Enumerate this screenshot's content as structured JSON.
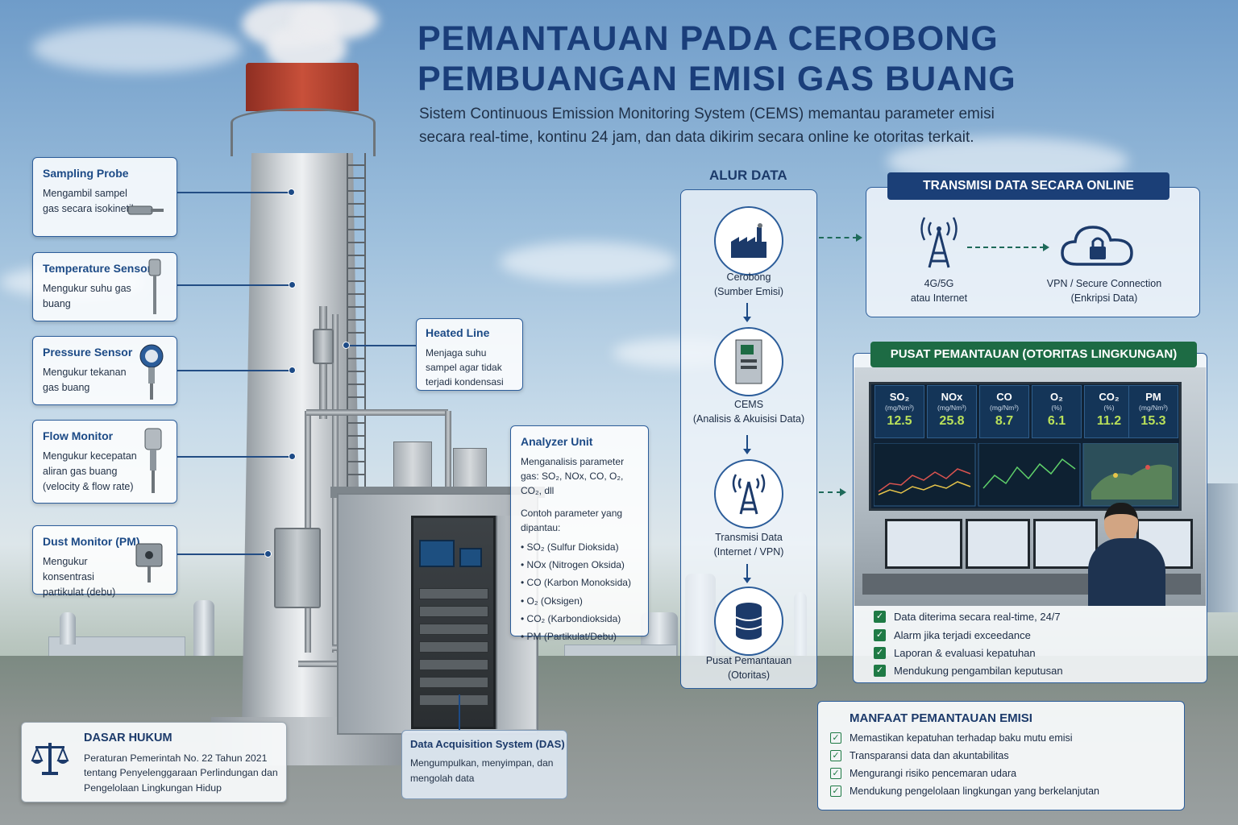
{
  "header": {
    "title_line1": "PEMANTAUAN PADA CEROBONG",
    "title_line2": "PEMBUANGAN EMISI GAS BUANG",
    "subtitle": "Sistem Continuous Emission Monitoring System (CEMS) memantau parameter emisi secara real-time, kontinu 24 jam, dan data dikirim secara online ke otoritas terkait."
  },
  "sensors": [
    {
      "name": "Sampling Probe",
      "desc": "Mengambil sampel gas secara isokinetik",
      "icon": "probe-icon"
    },
    {
      "name": "Temperature Sensor",
      "desc": "Mengukur suhu gas buang",
      "icon": "thermometer-probe-icon"
    },
    {
      "name": "Pressure Sensor",
      "desc": "Mengukur tekanan gas buang",
      "icon": "pressure-gauge-icon"
    },
    {
      "name": "Flow Monitor",
      "desc": "Mengukur kecepatan aliran gas buang (velocity & flow rate)",
      "icon": "flow-meter-icon"
    },
    {
      "name": "Dust Monitor (PM)",
      "desc": "Mengukur konsentrasi partikulat (debu)",
      "icon": "dust-monitor-icon"
    }
  ],
  "heated_line": {
    "title": "Heated Line",
    "desc": "Menjaga suhu sampel agar tidak terjadi kondensasi"
  },
  "analyzer": {
    "title": "Analyzer Unit",
    "intro": "Menganalisis parameter gas: SO₂, NOx, CO, O₂, CO₂, dll",
    "list_title": "Contoh parameter yang dipantau:",
    "items": [
      "SO₂ (Sulfur Dioksida)",
      "NOx (Nitrogen Oksida)",
      "CO (Karbon Monoksida)",
      "O₂ (Oksigen)",
      "CO₂ (Karbondioksida)",
      "PM (Partikulat/Debu)"
    ]
  },
  "das": {
    "title": "Data Acquisition System (DAS)",
    "desc": "Mengumpulkan, menyimpan, dan mengolah data"
  },
  "legal": {
    "title": "DASAR HUKUM",
    "text": "Peraturan Pemerintah No. 22 Tahun 2021 tentang Penyelenggaraan Perlindungan dan Pengelolaan Lingkungan Hidup",
    "icon": "scales-icon"
  },
  "flow": {
    "title": "ALUR DATA",
    "steps": [
      {
        "l1": "Cerobong",
        "l2": "(Sumber Emisi)",
        "icon": "factory-icon"
      },
      {
        "l1": "CEMS",
        "l2": "(Analisis & Akuisisi Data)",
        "icon": "cems-cabinet-icon"
      },
      {
        "l1": "Transmisi Data",
        "l2": "(Internet / VPN)",
        "icon": "antenna-icon"
      },
      {
        "l1": "Pusat Pemantauan",
        "l2": "(Otoritas)",
        "icon": "database-icon"
      }
    ]
  },
  "transmission": {
    "title": "TRANSMISI DATA SECARA ONLINE",
    "left_l1": "4G/5G",
    "left_l2": "atau Internet",
    "right_l1": "VPN / Secure Connection",
    "right_l2": "(Enkripsi Data)"
  },
  "monitoring": {
    "title": "PUSAT PEMANTAUAN (OTORITAS LINGKUNGAN)",
    "metrics": [
      {
        "name": "SO₂",
        "unit": "(mg/Nm³)",
        "value": "12.5"
      },
      {
        "name": "NOx",
        "unit": "(mg/Nm³)",
        "value": "25.8"
      },
      {
        "name": "CO",
        "unit": "(mg/Nm³)",
        "value": "8.7"
      },
      {
        "name": "O₂",
        "unit": "(%)",
        "value": "6.1"
      },
      {
        "name": "CO₂",
        "unit": "(%)",
        "value": "11.2"
      },
      {
        "name": "PM",
        "unit": "(mg/Nm³)",
        "value": "15.3"
      }
    ],
    "benefits": [
      "Data diterima secara real-time, 24/7",
      "Alarm jika terjadi exceedance",
      "Laporan & evaluasi kepatuhan",
      "Mendukung pengambilan keputusan"
    ]
  },
  "manfaat": {
    "title": "MANFAAT PEMANTAUAN EMISI",
    "items": [
      "Memastikan kepatuhan terhadap baku mutu emisi",
      "Transparansi data dan akuntabilitas",
      "Mengurangi risiko pencemaran udara",
      "Mendukung pengelolaan lingkungan yang berkelanjutan"
    ]
  },
  "colors": {
    "primary": "#1b3f77",
    "green": "#1d6b44",
    "metric_value": "#b9e05a"
  }
}
